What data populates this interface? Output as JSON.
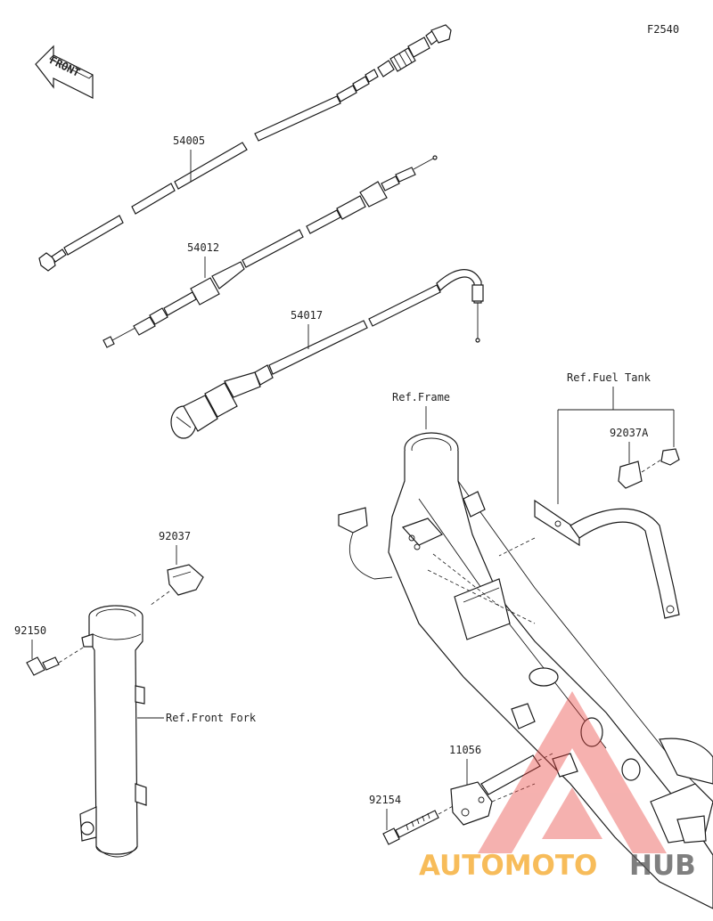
{
  "figure_code": "F2540",
  "front_label": "FRONT",
  "parts": [
    {
      "number": "54005"
    },
    {
      "number": "54012"
    },
    {
      "number": "54017"
    },
    {
      "number": "92037A"
    },
    {
      "number": "92037"
    },
    {
      "number": "92150"
    },
    {
      "number": "11056"
    },
    {
      "number": "92154"
    }
  ],
  "references": {
    "fuel_tank": "Ref.Fuel Tank",
    "frame": "Ref.Frame",
    "front_fork": "Ref.Front Fork"
  },
  "watermark": {
    "text_a": "AUTOMOTO",
    "text_b": "HUB",
    "color_a": "#f5a623",
    "color_b": "#555555",
    "logo_color": "#e8413c"
  }
}
